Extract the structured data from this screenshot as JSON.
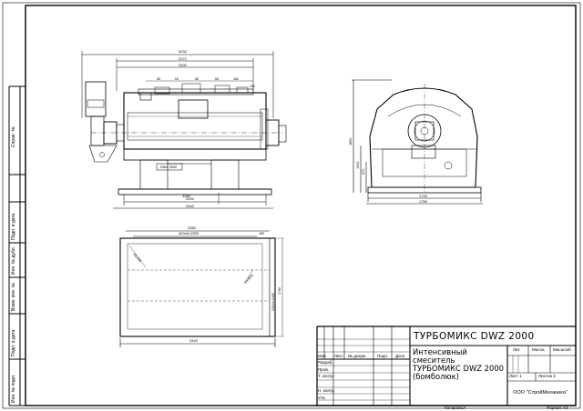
{
  "side_column": {
    "labels": [
      "Справ. №",
      "Подп. и дата",
      "Инв. № дубл.",
      "Взам. инв. №",
      "Подп. и дата",
      "Инв. № подл."
    ]
  },
  "drawing": {
    "front_view": {
      "overall_length": "5232",
      "upper_length_1": "2272",
      "upper_length_2": "2000",
      "nozzle_dims": [
        "65",
        "65",
        "65",
        "65",
        "160"
      ],
      "nozzle_width": "150",
      "base_length": "2200",
      "total_base": "2440",
      "base_offset": "1260",
      "plate_label": "DWZ 2000"
    },
    "side_view": {
      "height": "1850",
      "height_2": "1042",
      "height_3": "870",
      "base_width": "1700",
      "total_width": "1750"
    },
    "plan_view": {
      "top_length": "2380",
      "hatch_pattern": "400x5=2000",
      "right_dim": "180",
      "diag_1": "R5,465",
      "diag_2": "2Х-Ø25",
      "vertical_1": "340x4=1360",
      "vertical_2": "1750",
      "bottom_length": "2440"
    }
  },
  "title_block": {
    "title": "ТУРБОМИКС DWZ 2000",
    "name_line_1": "Интенсивный",
    "name_line_2": "смеситель",
    "name_line_3": "ТУРБОМИКС DWZ 2000",
    "name_line_4": "(бомболюк)",
    "header": {
      "izm": "Изм.",
      "list": "Лист",
      "doc": "№ докум.",
      "podp": "Подп.",
      "date": "Дата"
    },
    "rows": [
      "Разраб.",
      "Пров.",
      "Т. контр.",
      "",
      "Н. контр.",
      "Утв."
    ],
    "stage": {
      "lit": "Лит.",
      "mass": "Масса",
      "scale": "Масштаб"
    },
    "sheet": "Лист 1",
    "sheets": "Листов 2",
    "organization": "ООО \"СтройМеханика\"",
    "copied": "Копировал",
    "format": "Формат А3"
  }
}
